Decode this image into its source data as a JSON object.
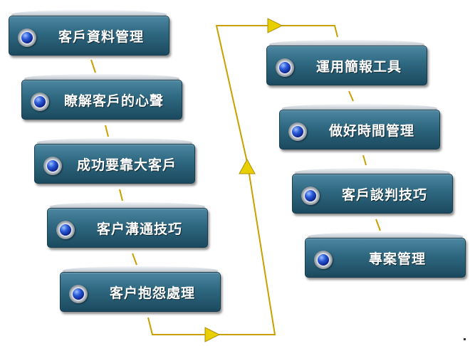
{
  "steps": [
    {
      "label": "客戶資料管理"
    },
    {
      "label": "瞭解客戶的心聲"
    },
    {
      "label": "成功要靠大客戶"
    },
    {
      "label": "客户溝通技巧"
    },
    {
      "label": "客户抱怨處理"
    },
    {
      "label": "運用簡報工具"
    },
    {
      "label": "做好時間管理"
    },
    {
      "label": "客戶談判技巧"
    },
    {
      "label": "專案管理"
    }
  ],
  "colors": {
    "plate": "#2e6780",
    "connector": "#c8a000",
    "arrowhead": "#e8d000",
    "bullet": "#2a5bd8"
  },
  "icons": {
    "bullet": "blue-sphere-icon",
    "arrow": "triangle-arrow-icon"
  }
}
